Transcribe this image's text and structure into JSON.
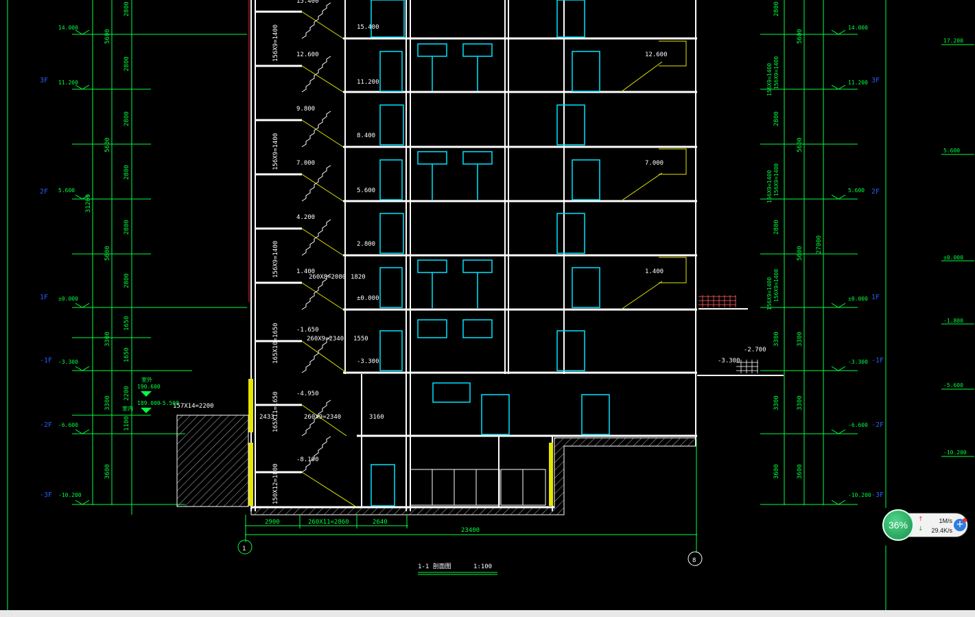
{
  "drawing": {
    "title": "1-1 剖面图",
    "scale": "1:100",
    "grid_axes": [
      "1",
      "8"
    ],
    "overall_width": "23400",
    "bottom_dims": [
      "2900",
      "260X11=2860",
      "2640"
    ],
    "left_overall": "31200",
    "right_overall": "27000",
    "left_outer_dims": [
      "5600",
      "5600",
      "5600",
      "3300",
      "3300",
      "3600"
    ],
    "left_inner_dims": [
      "2800",
      "2800",
      "2800",
      "2800",
      "2800",
      "2800",
      "1650",
      "1650",
      "2200",
      "1100"
    ],
    "right_dims": [
      "5600",
      "5600",
      "5600",
      "3300",
      "3300",
      "3600"
    ],
    "right_inner_dims": [
      "2800",
      "2800",
      "2800",
      "3300",
      "3300",
      "3600"
    ],
    "left_levels": [
      "14.000",
      "11.200",
      "5.600",
      "±0.000",
      "-3.300",
      "-6.600",
      "-10.200"
    ],
    "right_levels": [
      "14.000",
      "11.200",
      "5.600",
      "±0.000",
      "-3.300",
      "-6.600",
      "-10.200"
    ],
    "far_right_levels": [
      "17.200",
      "5.600",
      "±0.000",
      "-1.800",
      "-5.600",
      "-10.200"
    ],
    "floor_labels_left": [
      "3F",
      "2F",
      "1F",
      "-1F",
      "-2F",
      "-3F"
    ],
    "floor_labels_right": [
      "3F",
      "2F",
      "1F",
      "-1F",
      "-2F",
      "-3F"
    ],
    "stair_levels": [
      "15.400",
      "12.600",
      "11.200",
      "9.800",
      "8.400",
      "7.000",
      "5.600",
      "4.200",
      "2.800",
      "1.400",
      "±0.000",
      "-1.650",
      "-3.300",
      "-4.950",
      "-8.100"
    ],
    "stair_notes": [
      "156X9=1400",
      "260X8=2080",
      "1820",
      "260X9=2340",
      "1550",
      "165X10=1650",
      "165X11=1650",
      "2433",
      "260X9=2340",
      "3160",
      "150X12=1800",
      "157X14=2200"
    ],
    "right_stair_levels": [
      "12.600",
      "7.000",
      "1.400"
    ],
    "misc_levels": [
      "190.600",
      "189.000",
      "-5.500",
      "-2.700",
      "-3.300"
    ],
    "misc_labels": [
      "室外",
      "室内"
    ]
  },
  "widget": {
    "cpu": "36%",
    "up_rate": "1M/s",
    "down_rate": "29.4K/s",
    "up_arrow": "↑",
    "down_arrow": "↓",
    "boost_icon": "+"
  },
  "colors": {
    "background": "#000000",
    "dimension": "#00ff40",
    "structure": "#ffffff",
    "door_window": "#00e5ff",
    "stair": "#e6e600",
    "brick": "#ff6060",
    "level_blue": "#2a5cff"
  }
}
